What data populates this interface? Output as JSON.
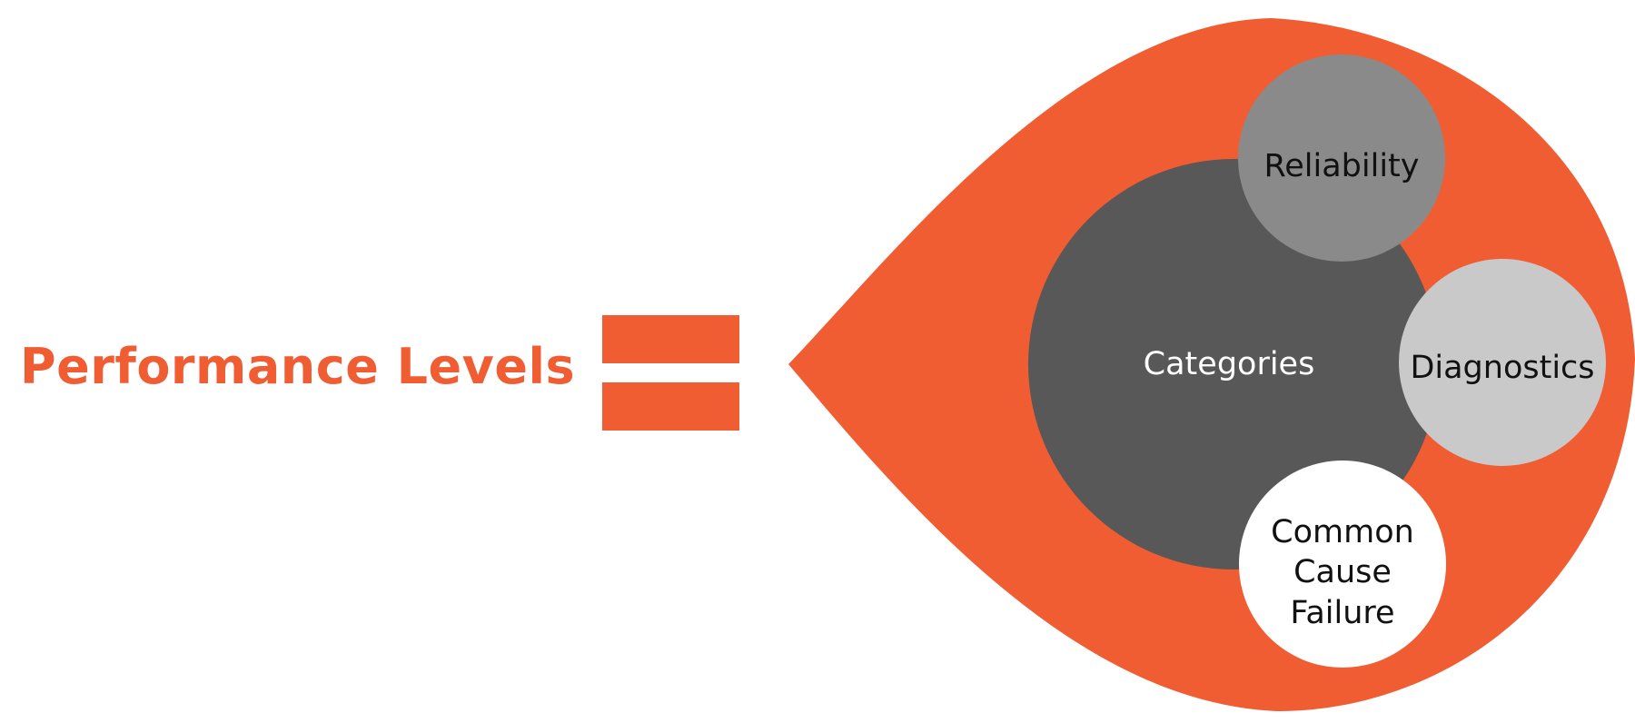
{
  "title": "Performance Levels",
  "diagram": {
    "center": "Categories",
    "satellites": [
      {
        "id": "reliability",
        "lines": [
          "Reliability"
        ]
      },
      {
        "id": "diagnostics",
        "lines": [
          "Diagnostics"
        ]
      },
      {
        "id": "ccf",
        "lines": [
          "Common",
          "Cause",
          "Failure"
        ]
      }
    ]
  },
  "colors": {
    "accent": "#F15D33",
    "center_circle": "#585858",
    "reliability_circle": "#8A8A8A",
    "diagnostics_circle": "#C9C9C9",
    "ccf_circle": "#FFFFFF",
    "dark_text": "#111111",
    "light_text": "#FFFFFF"
  }
}
